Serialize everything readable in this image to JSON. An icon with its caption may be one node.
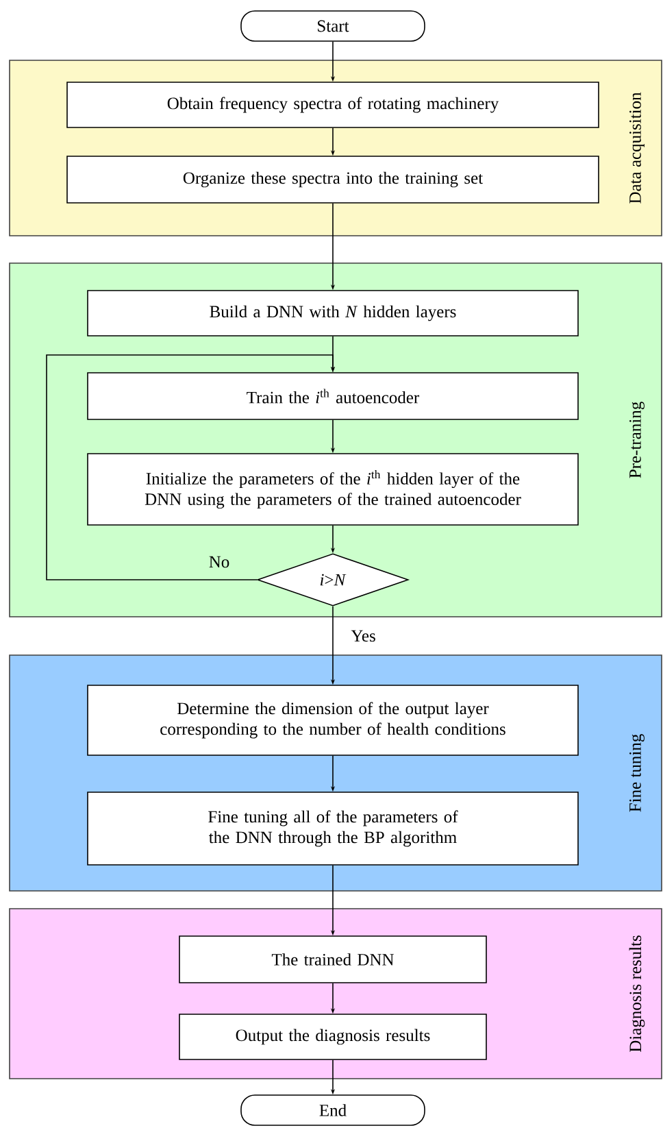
{
  "diagram": {
    "nodes": [
      {
        "text": [
          "Start"
        ]
      },
      {
        "text": [
          "Data acquisition"
        ]
      },
      {
        "text": [
          "Obtain frequency spectra of rotating machinery"
        ],
        "in": 1
      },
      {
        "text": [
          "Organize these spectra into the training set"
        ],
        "in": 1
      },
      {
        "text": [
          "Pre-traning"
        ]
      },
      {
        "text": [
          "Build a DNN with *N* hidden layers"
        ],
        "in": 4
      },
      {
        "text": [
          "Train the *i*$^{th}$ autoencoder"
        ],
        "in": 4
      },
      {
        "text": [
          "Initialize the parameters of the *i*$^{th}$ hidden layer of the DNN using the parameters of the trained autoencoder"
        ],
        "in": 4
      },
      {
        "text": [
          "*i*>*N*"
        ],
        "in": 4
      },
      {
        "text": [
          "Fine tuning"
        ]
      },
      {
        "text": [
          "Determine the dimension of the output layer corresponding to the number of health conditions"
        ],
        "in": 9
      },
      {
        "text": [
          "Fine tuning all of the parameters of the DNN through the BP algorithm"
        ],
        "in": 9
      },
      {
        "text": [
          "Diagnosis results"
        ]
      },
      {
        "text": [
          "The trained DNN"
        ],
        "in": 12
      },
      {
        "text": [
          "Output the diagnosis results"
        ],
        "in": 12
      },
      {
        "text": [
          "End"
        ]
      }
    ],
    "edges": [
      {
        "from": 0,
        "to": 2,
        "arrow": "to"
      },
      {
        "from": 2,
        "to": 3,
        "arrow": "to"
      },
      {
        "from": 3,
        "to": 5,
        "arrow": "to"
      },
      {
        "from": 5,
        "to": 6,
        "arrow": "to"
      },
      {
        "from": 6,
        "to": 7,
        "arrow": "to"
      },
      {
        "from": 7,
        "to": 8,
        "arrow": "to"
      },
      {
        "from": 8,
        "to": 6,
        "arrow": "to",
        "label": "No"
      },
      {
        "from": 8,
        "to": 10,
        "arrow": "to",
        "label": "Yes"
      },
      {
        "from": 10,
        "to": 11,
        "arrow": "to"
      },
      {
        "from": 11,
        "to": 13,
        "arrow": "to"
      },
      {
        "from": 13,
        "to": 14,
        "arrow": "to"
      },
      {
        "from": 14,
        "to": 15,
        "arrow": "to"
      }
    ]
  }
}
